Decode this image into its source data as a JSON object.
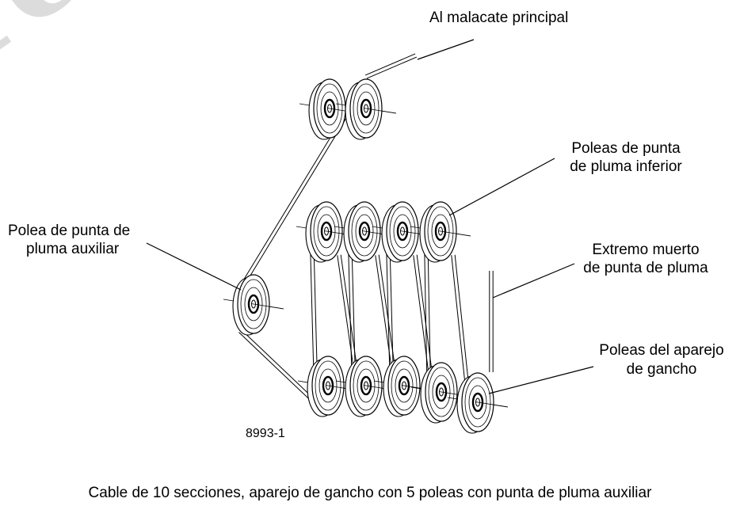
{
  "labels": {
    "main_winch": "Al malacate principal",
    "lower_tip_sheaves_l1": "Poleas de punta",
    "lower_tip_sheaves_l2": "de pluma inferior",
    "aux_tip_sheave_l1": "Polea de punta de",
    "aux_tip_sheave_l2": "pluma auxiliar",
    "dead_end_l1": "Extremo muerto",
    "dead_end_l2": "de punta de pluma",
    "hook_block_l1": "Poleas del aparejo",
    "hook_block_l2": "de gancho",
    "figure_number": "8993-1"
  },
  "caption": "Cable de 10 secciones, aparejo de gancho con 5 poleas con punta de pluma auxiliar",
  "colors": {
    "line": "#000000",
    "watermark": "#dcdcdc",
    "background": "#ffffff"
  }
}
